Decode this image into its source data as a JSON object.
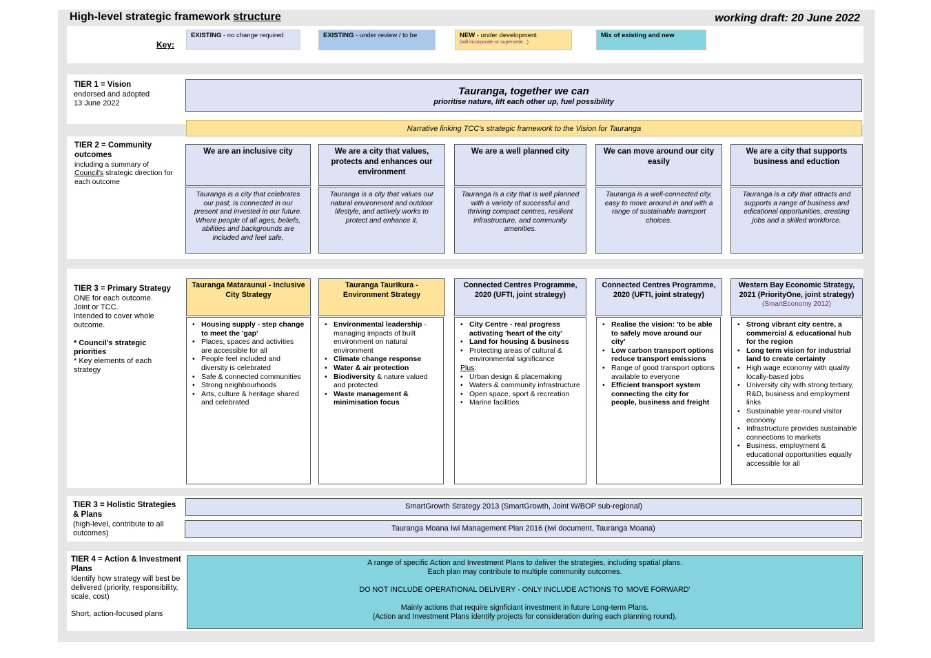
{
  "header": {
    "title_main": "High-level strategic framework ",
    "title_underlined": "structure",
    "draft": "working draft: 20 June 2022"
  },
  "key": {
    "label": "Key:",
    "items": [
      {
        "bold": "EXISTING",
        "rest": " - no change required",
        "note": "",
        "color": "#dde3f5"
      },
      {
        "bold": "EXISTING",
        "rest": " - under review / to be",
        "note": "",
        "color": "#a9c8ea"
      },
      {
        "bold": "NEW",
        "rest": " - under development",
        "note": "(will incorporate or supersede...)",
        "color": "#fde49a"
      },
      {
        "bold": "Mix of existing and new",
        "rest": "",
        "note": "",
        "color": "#86d3e0"
      }
    ]
  },
  "tier1": {
    "title": "TIER 1 = Vision",
    "line1": "endorsed and adopted",
    "line2": "13 June 2022",
    "vision_title": "Tauranga, together we can",
    "vision_sub": "prioritise nature, lift each other up, fuel possibility",
    "narrative": "Narrative linking TCC's strategic framework to the Vision for Tauranga"
  },
  "tier2": {
    "title": "TIER 2 = Community outcomes",
    "line1": "including a summary of",
    "council": "Council's",
    "line2": " strategic direction for each outcome",
    "outcomes": [
      {
        "head": "We are an inclusive city",
        "desc": "Tauranga is a city that celebrates our past, is connected in our present and invested in our future.  Where people of all ages, beliefs, abilities and backgrounds are included and feel safe,"
      },
      {
        "head": "We are a city that values, protects and enhances our environment",
        "desc": "Tauranga is a city that values our natural environment and outdoor lifestyle, and actively works to protect and enhance it."
      },
      {
        "head": "We are a well planned city",
        "desc": "Tauranga is a city that is well planned with a variety of successful and thriving compact centres, resilient infrastructure, and community amenities."
      },
      {
        "head": "We can move around our city easily",
        "desc": "Tauranga is a well-connected city, easy to move around in and with a range of sustainable transport choices."
      },
      {
        "head": "We are a city that supports business and eduction",
        "desc": "Tauranga is a city that attracts and supports a range of business and edicational opportunities, creating jobs and a skilled workforce."
      }
    ]
  },
  "tier3": {
    "title": "TIER 3 = Primary Strategy",
    "line1": "ONE for each outcome.",
    "line2": "Joint or TCC.",
    "line3": "Intended to cover whole outcome.",
    "note1": "* Council's strategic priorities",
    "note2": "* Key elements of each strategy",
    "strategies": [
      {
        "head": "Tauranga Mataraunui - Inclusive City Strategy",
        "sub": ""
      },
      {
        "head": "Tauranga Taurikura - Environment Strategy",
        "sub": ""
      },
      {
        "head": "Connected Centres Programme, 2020 (UFTI, joint strategy)",
        "sub": ""
      },
      {
        "head": "Connected Centres Programme, 2020 (UFTI, joint strategy)",
        "sub": ""
      },
      {
        "head": "Western Bay Economic Strategy, 2021 (PriorityOne, joint strategy)",
        "sub": "(SmartEconomy 2012)"
      }
    ],
    "bullets": {
      "s1": [
        "Housing supply - step change to meet the 'gap'",
        "Places, spaces and activities are accessible for all",
        "People feel included and diversity is celebrated",
        "Safe & connected communities",
        "Strong neighbourhoods",
        "Arts, culture & heritage shared and celebrated"
      ],
      "s2a": "Environmental leadership",
      "s2b": " - managing impacts of built environment on natural environment",
      "s2": [
        "Climate change response",
        "Water & air protection"
      ],
      "s2c": "Biodiversity",
      "s2d": " & nature valued and protected",
      "s2e": "Waste management & minimisation focus",
      "s3": [
        "City Centre - real progress activating 'heart of the city'",
        "Land for housing & business",
        "Protecting areas of cultural & environmental significance"
      ],
      "s3plus": "Plus",
      "s3b": [
        "Urban design & placemaking",
        "Waters & community infrastructure",
        "Open space, sport & recreation",
        "Marine facilities"
      ],
      "s4": [
        "Realise the vision: 'to be able to safely move around our city'",
        "Low carbon transport options reduce transport emissions"
      ],
      "s4b": "Range of good transport options available to everyone",
      "s4c": "Efficient transport system connecting the city for people, business and freight",
      "s5": [
        "Strong vibrant city centre, a commercial & educational hub for the region",
        "Long term vision for industrial land to create certainty"
      ],
      "s5b": [
        "High wage economy with quality locally-based jobs",
        "University city with strong tertiary, R&D, business and employment links",
        "Sustainable year-round visitor economy",
        "Infrastructure provides sustainable connections to markets",
        "Business, employment & educational opportunities equally accessible for all"
      ]
    }
  },
  "tier3h": {
    "title": "TIER 3 = Holistic Strategies & Plans",
    "desc": "(high-level, contribute to all outcomes)",
    "plan1": "SmartGrowth Strategy 2013 (SmartGrowth, Joint W/BOP sub-regional)",
    "plan2": "Tauranga Moana Iwi Management Plan 2016 (Iwi document, Tauranga Moana)"
  },
  "tier4": {
    "title": "TIER 4 = Action & Investment Plans",
    "desc": "Identify how strategy will best be delivered (priority, responsibility, scale, cost)",
    "desc2": "Short, action-focused plans",
    "lines": [
      "A range of specific Action and Investment Plans to deliver the strategies, including spatial plans.",
      "Each plan may contribute to multiple community outcomes.",
      "",
      "DO NOT INCLUDE OPERATIONAL DELIVERY - ONLY INCLUDE ACTIONS TO 'MOVE FORWARD'",
      "",
      "Mainly actions that require signficiant investment in future Long-term Plans.",
      "(Action and Investment Plans identify projects for consideration during each planning round)."
    ]
  }
}
